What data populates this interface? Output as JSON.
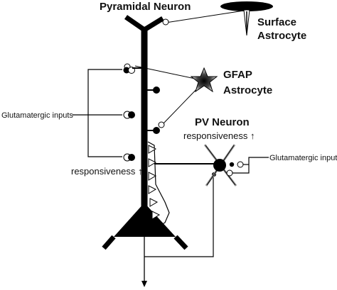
{
  "labels": {
    "pyramidal_neuron": "Pyramidal Neuron",
    "surface": "Surface",
    "astrocyte_surface": "Astrocyte",
    "gfap": "GFAP",
    "astrocyte_gfap": "Astrocyte",
    "pv_neuron": "PV Neuron",
    "pv_responsiveness": "responsiveness ↑",
    "glutamatergic_left": "Glutamatergic inputs",
    "glutamatergic_right": "Glutamatergic inputs",
    "pyramidal_responsiveness": "responsiveness ↑"
  }
}
